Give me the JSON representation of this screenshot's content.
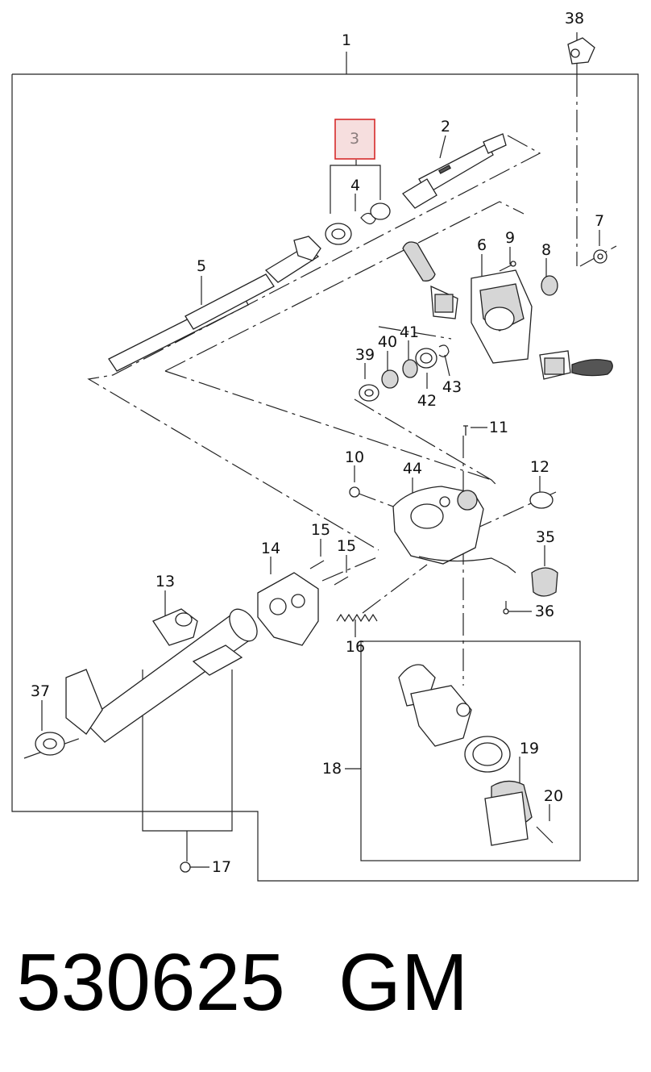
{
  "callouts": {
    "c1": "1",
    "c2": "2",
    "c3": "3",
    "c4": "4",
    "c5": "5",
    "c6": "6",
    "c7": "7",
    "c8": "8",
    "c9": "9",
    "c10": "10",
    "c11": "11",
    "c12": "12",
    "c13": "13",
    "c14": "14",
    "c15a": "15",
    "c15b": "15",
    "c16": "16",
    "c17": "17",
    "c18": "18",
    "c19": "19",
    "c20": "20",
    "c35": "35",
    "c36": "36",
    "c37": "37",
    "c38": "38",
    "c39": "39",
    "c40": "40",
    "c41": "41",
    "c42": "42",
    "c43": "43",
    "c44": "44"
  },
  "highlighted_callout": "3",
  "highlight_color": "#d62b2b",
  "part_number": "530625",
  "brand": "GM"
}
